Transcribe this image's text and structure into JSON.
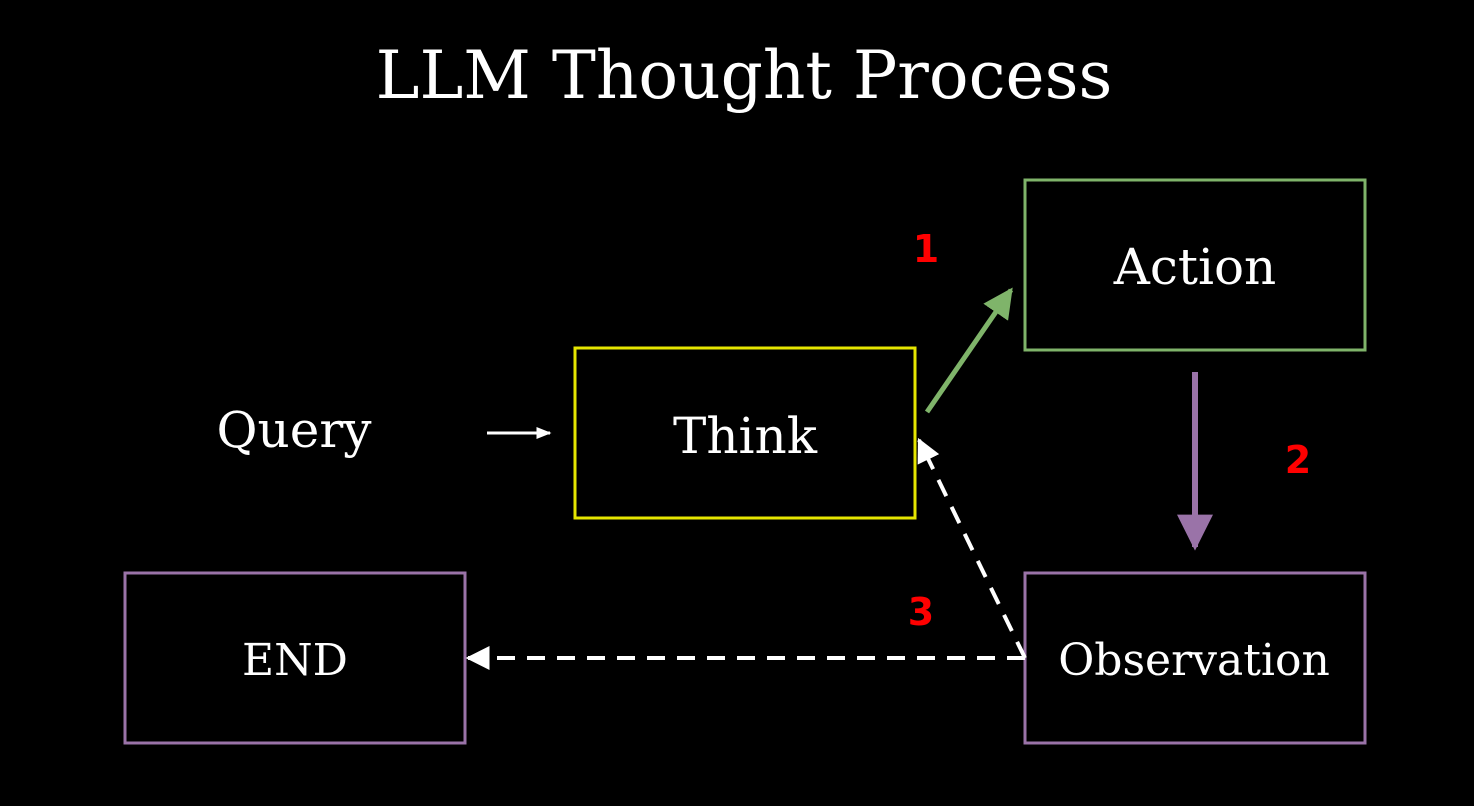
{
  "title": "LLM Thought Process",
  "nodes": {
    "query": {
      "label": "Query"
    },
    "think": {
      "label": "Think",
      "border_color": "#e6e600"
    },
    "action": {
      "label": "Action",
      "border_color": "#7fb46a"
    },
    "observation": {
      "label": "Observation",
      "border_color": "#9a73a8"
    },
    "end": {
      "label": "END",
      "border_color": "#9a73a8"
    }
  },
  "steps": [
    {
      "label": "1"
    },
    {
      "label": "2"
    },
    {
      "label": "3"
    }
  ],
  "colors": {
    "background": "#000000",
    "text": "#ffffff",
    "step_label": "#ff0000",
    "think_to_action_arrow": "#7fb46a",
    "action_to_observation_arrow": "#9a73a8",
    "feedback_arrows": "#ffffff"
  }
}
